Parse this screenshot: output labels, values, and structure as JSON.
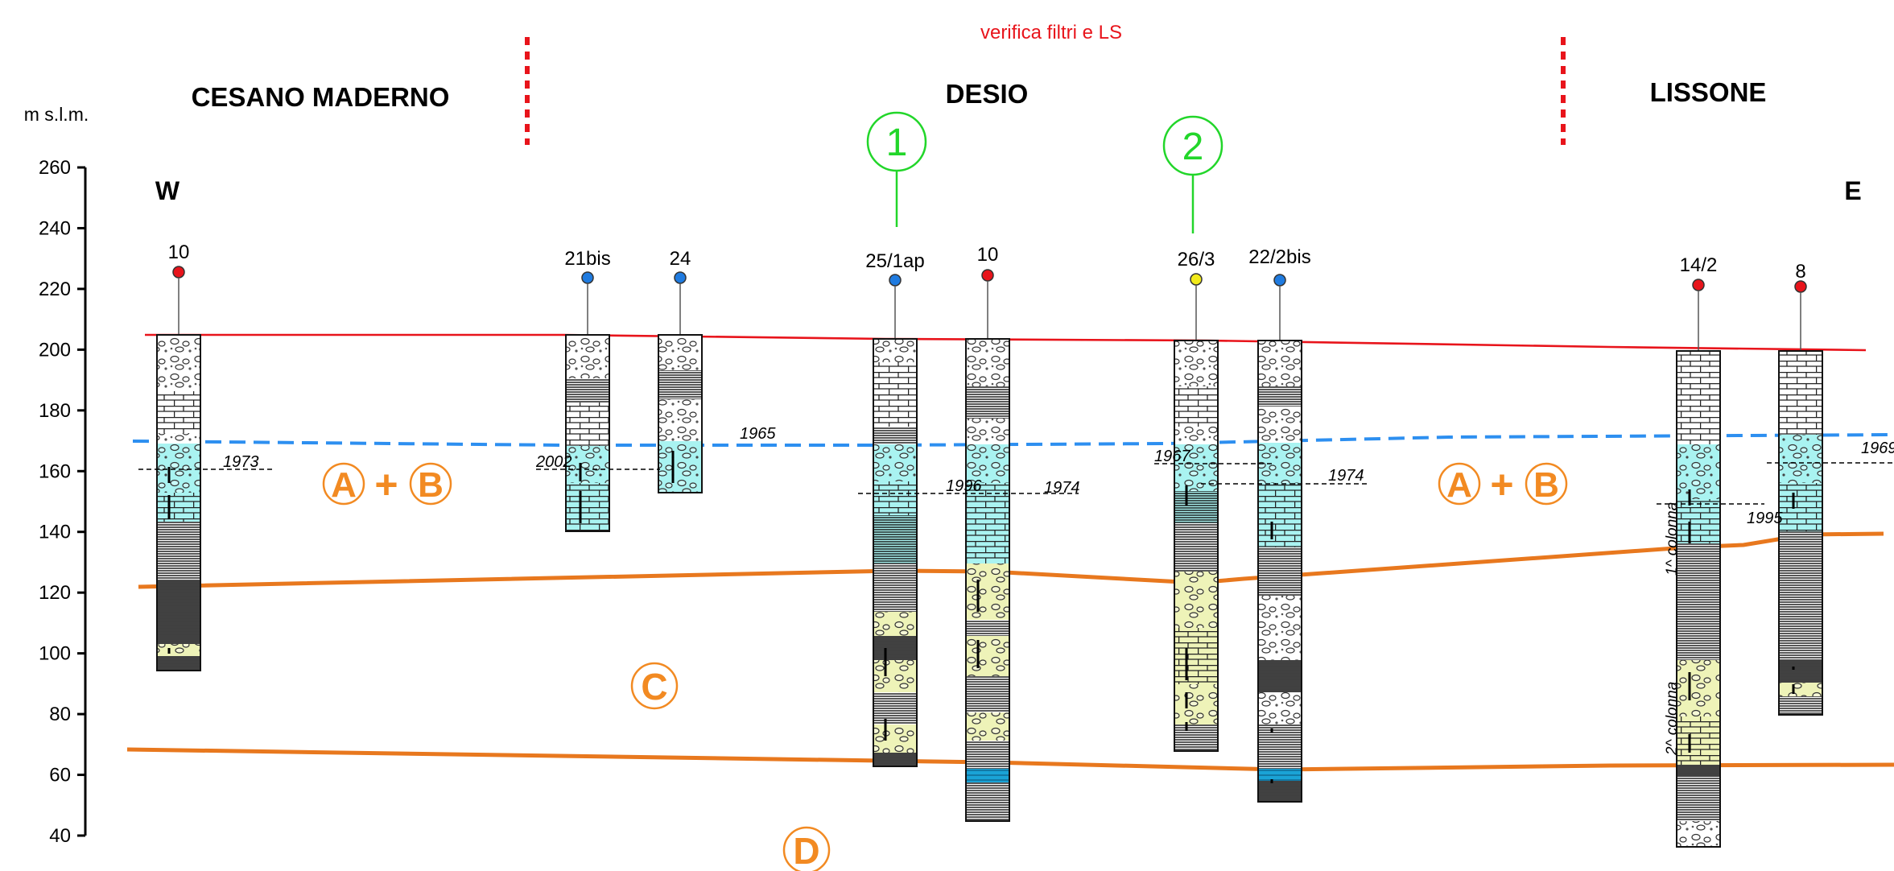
{
  "header": {
    "note": "verifica filtri e LS",
    "towns": [
      "CESANO MADERNO",
      "DESIO",
      "LISSONE"
    ],
    "unit_label": "m s.l.m.",
    "west": "W",
    "east": "E"
  },
  "y_axis": {
    "ticks": [
      260,
      240,
      220,
      200,
      180,
      160,
      140,
      120,
      100,
      80,
      60,
      40
    ],
    "min": 40,
    "max": 260
  },
  "markers": [
    "1",
    "2"
  ],
  "zones": {
    "ab_a": "A",
    "ab_plus": "+",
    "ab_b": "B",
    "c": "C",
    "d": "D"
  },
  "wells": [
    {
      "id": "10",
      "color": "#e8141b"
    },
    {
      "id": "21bis",
      "color": "#1f7be0"
    },
    {
      "id": "24",
      "color": "#1f7be0"
    },
    {
      "id": "25/1ap",
      "color": "#1f7be0"
    },
    {
      "id": "10",
      "color": "#e8141b"
    },
    {
      "id": "26/3",
      "color": "#f2ea1a"
    },
    {
      "id": "22/2bis",
      "color": "#1f7be0"
    },
    {
      "id": "14/2",
      "color": "#e8141b"
    },
    {
      "id": "8",
      "color": "#e8141b"
    }
  ],
  "years": [
    "1973",
    "2002",
    "1965",
    "1996",
    "1974",
    "1967",
    "1974",
    "1995",
    "1969"
  ],
  "column_labels": [
    "1^ colonna",
    "2^ colonna"
  ],
  "colors": {
    "surface": "#e8141b",
    "water_table": "#2d8ff0",
    "boundary": "#e8781e",
    "zone": "#f28a22",
    "marker": "#22d62a",
    "town_divider": "#e8141b",
    "aquifer": "#a9f3f1",
    "clay": "#eef3b8"
  }
}
